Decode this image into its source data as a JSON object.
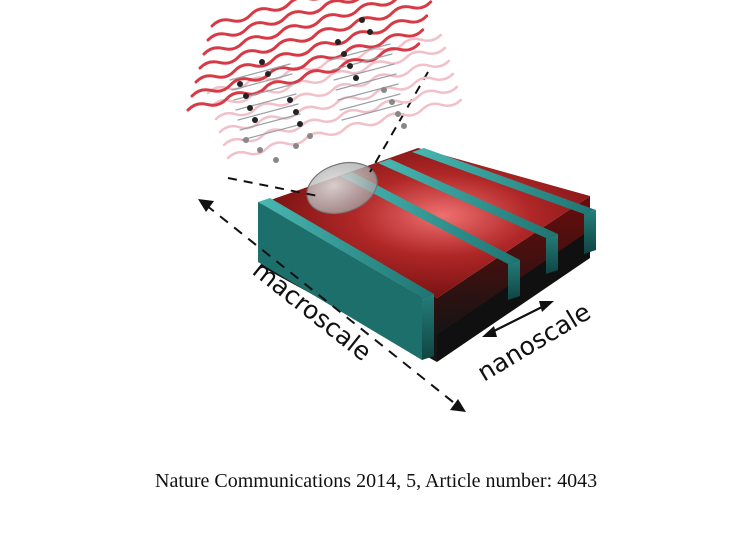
{
  "labels": {
    "macroscale": "macroscale",
    "nanoscale": "nanoscale"
  },
  "citation": "Nature Communications 2014, 5, Article number: 4043",
  "colors": {
    "substrate_top": "#8b1414",
    "substrate_highlight": "#ef7070",
    "substrate_side": "#6e0d0d",
    "substrate_base": "#1b1b1b",
    "stripe_teal": "#2f9a96",
    "polymer_red": "#d83a45",
    "polymer_pink": "#f0b3bb",
    "molecule_dark": "#222222",
    "molecule_gray": "#888888"
  }
}
